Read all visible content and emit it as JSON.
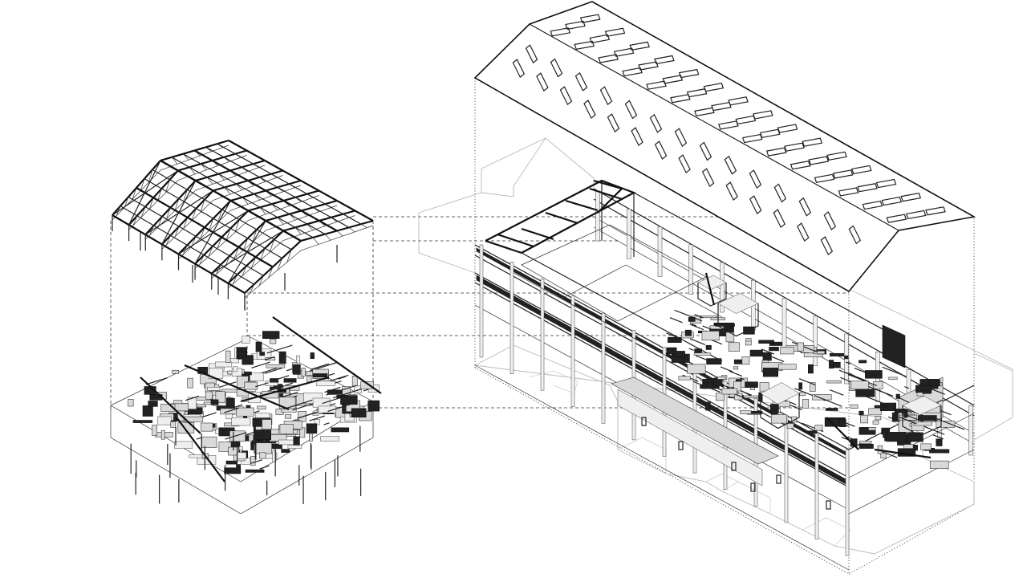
{
  "diagram": {
    "kind": "exploded-axonometric",
    "components": [
      {
        "id": "roof-truss-structure",
        "group": "left"
      },
      {
        "id": "processing-equipment",
        "group": "left"
      },
      {
        "id": "building-roof-skylights",
        "group": "right"
      },
      {
        "id": "building-shell-structure",
        "group": "right"
      },
      {
        "id": "building-footprint",
        "group": "right"
      }
    ],
    "colors": {
      "ink": "#1a1a1a",
      "ghost": "#b9b9b9",
      "background": "#ffffff"
    }
  }
}
